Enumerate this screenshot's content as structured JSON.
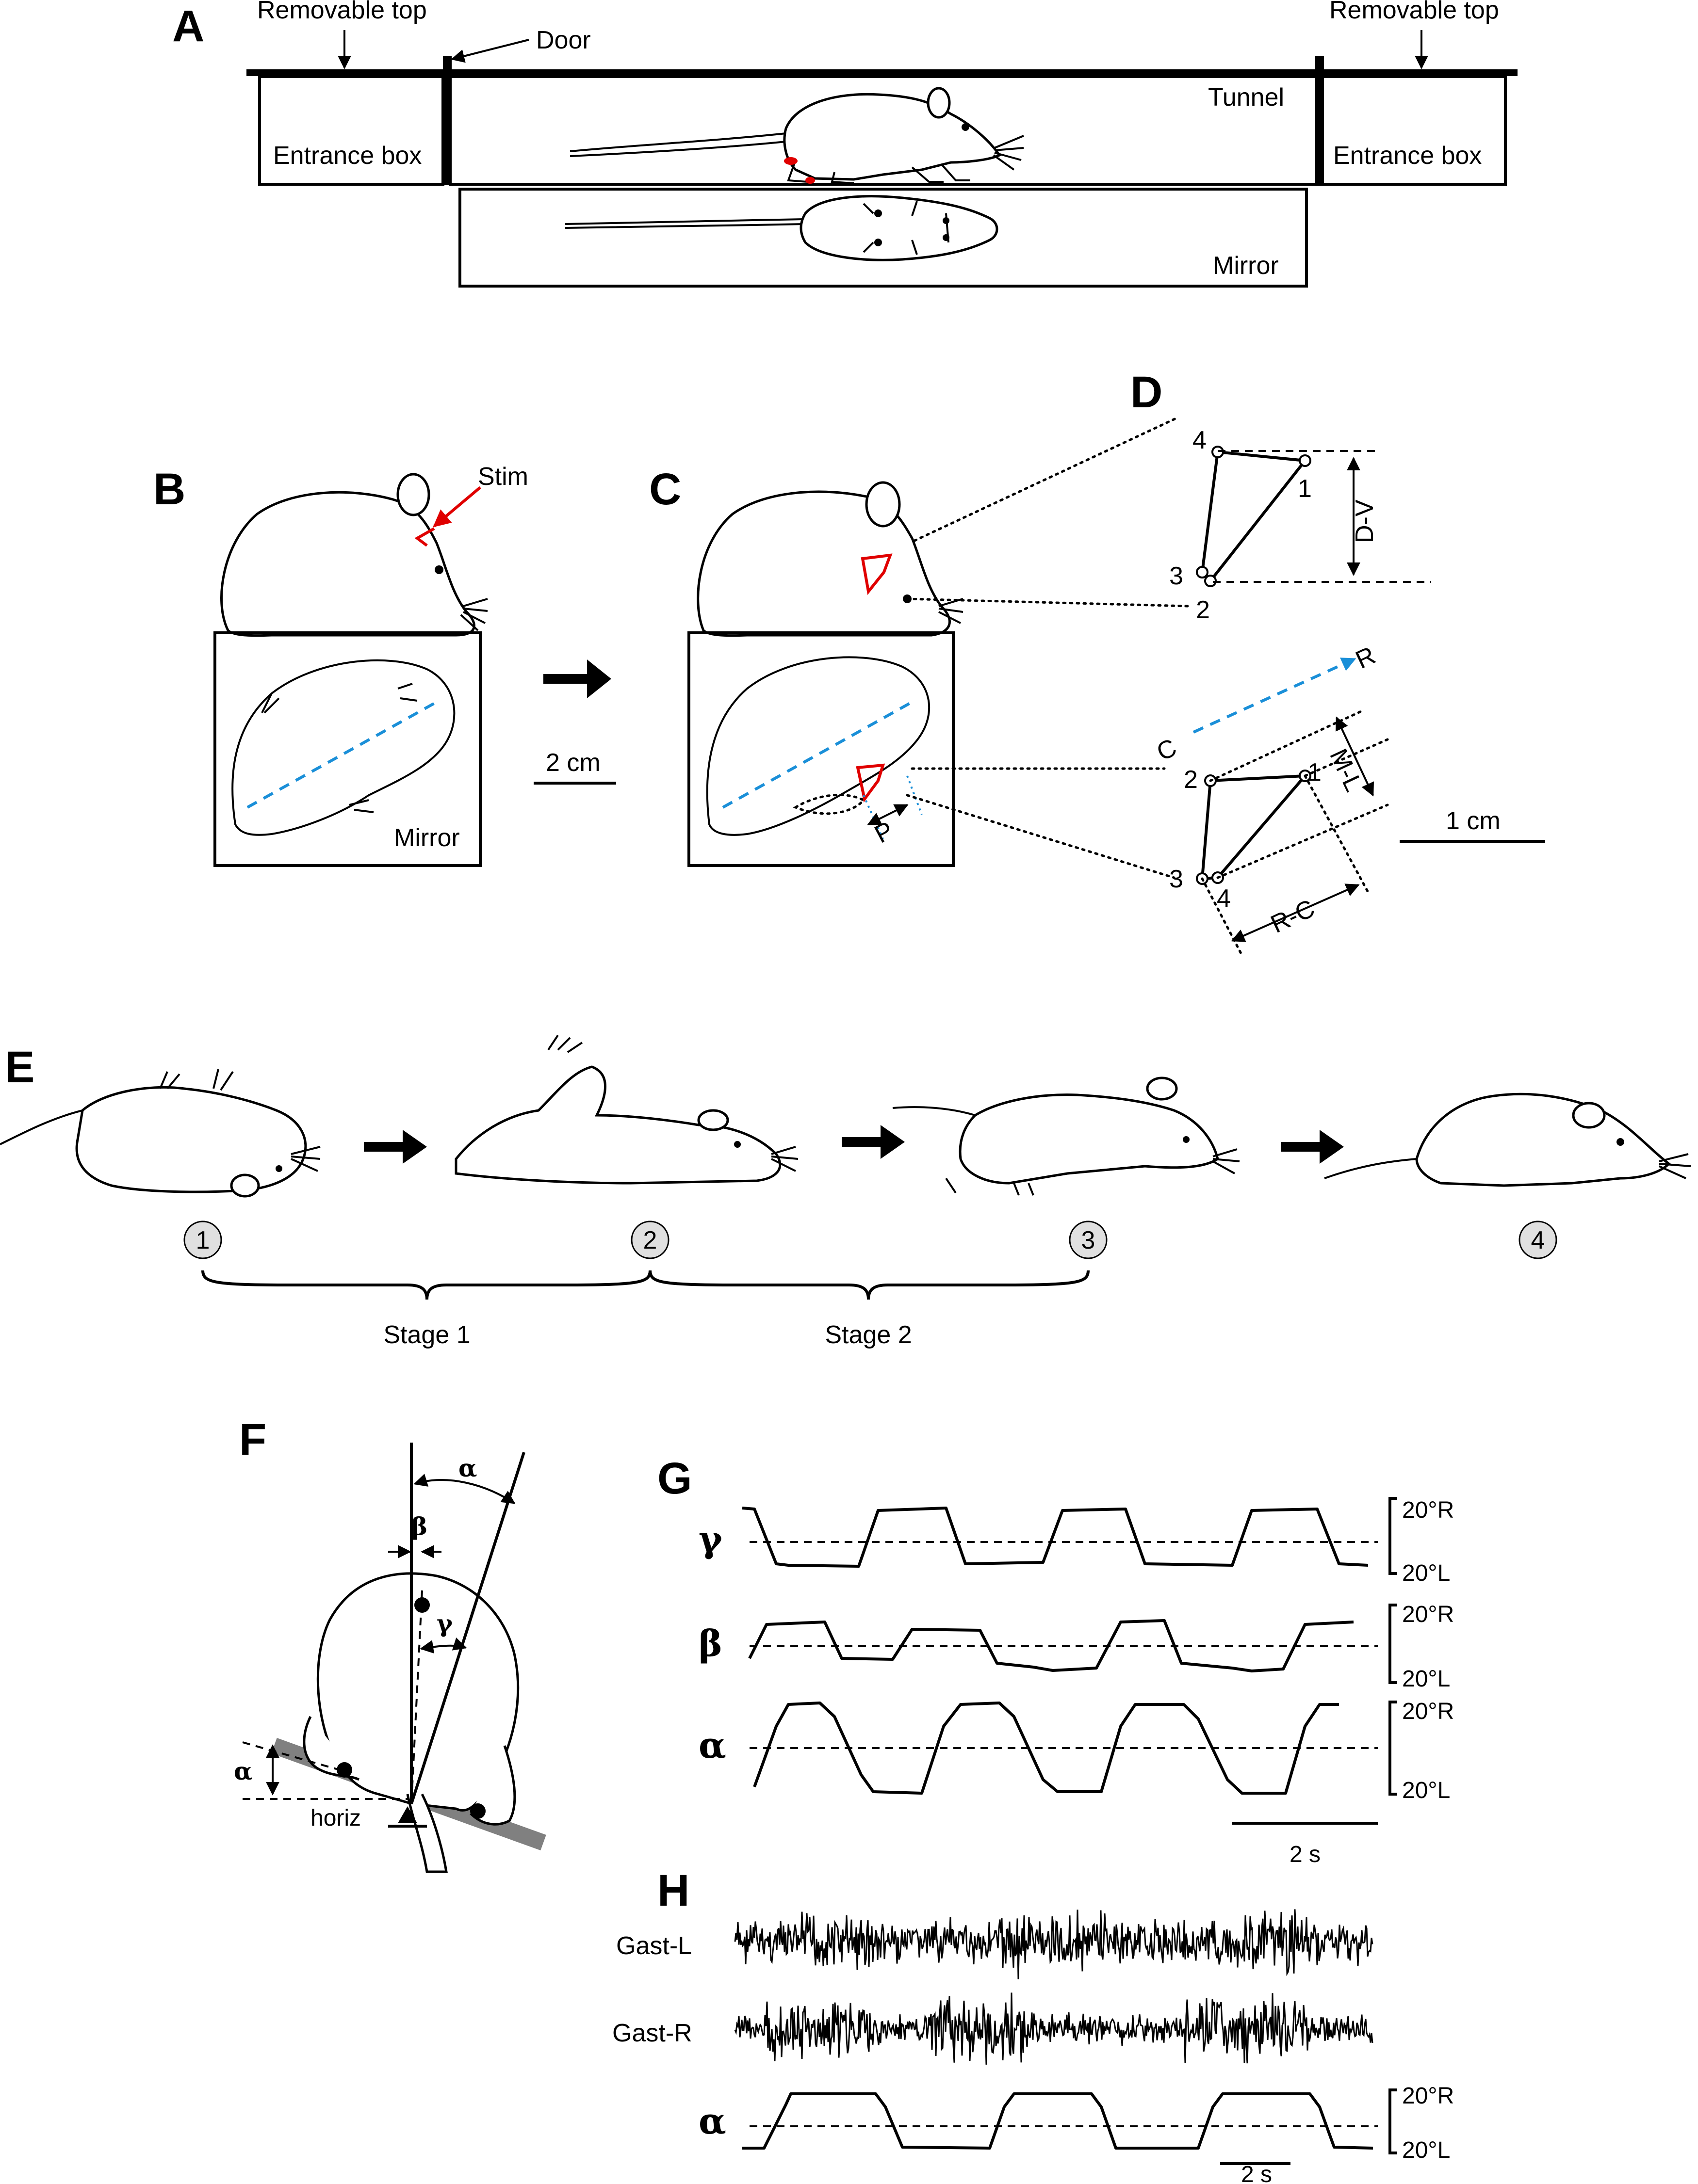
{
  "panels": {
    "A": "A",
    "B": "B",
    "C": "C",
    "D": "D",
    "E": "E",
    "F": "F",
    "G": "G",
    "H": "H"
  },
  "panel_a": {
    "removable_top_left": "Removable top",
    "removable_top_right": "Removable top",
    "door": "Door",
    "tunnel": "Tunnel",
    "entrance_box_left": "Entrance box",
    "entrance_box_right": "Entrance box",
    "mirror": "Mirror"
  },
  "panel_b": {
    "stim": "Stim",
    "mirror": "Mirror"
  },
  "panel_c": {
    "scale_bar": "2 cm",
    "p_label": "P"
  },
  "panel_d": {
    "top_points": [
      "4",
      "1",
      "3",
      "2"
    ],
    "dv_label": "D-V",
    "c_label": "C",
    "r_label": "R",
    "ml_label": "M-L",
    "rc_label": "R-C",
    "bottom_points": [
      "2",
      "1",
      "3",
      "4"
    ],
    "scale_bar": "1 cm"
  },
  "panel_e": {
    "steps": [
      "1",
      "2",
      "3",
      "4"
    ],
    "stage1": "Stage 1",
    "stage2": "Stage 2"
  },
  "panel_f": {
    "alpha_top": "α",
    "beta": "β",
    "gamma": "γ",
    "alpha_left": "α",
    "horiz": "horiz"
  },
  "panel_g": {
    "rows": [
      {
        "label": "γ",
        "upper": "20°R",
        "lower": "20°L"
      },
      {
        "label": "β",
        "upper": "20°R",
        "lower": "20°L"
      },
      {
        "label": "α",
        "upper": "20°R",
        "lower": "20°L"
      }
    ],
    "scale_bar": "2 s"
  },
  "panel_h": {
    "emg_left": "Gast-L",
    "emg_right": "Gast-R",
    "alpha": "α",
    "upper": "20°R",
    "lower": "20°L",
    "scale_bar": "2 s"
  },
  "colors": {
    "stimulus_red": "#e00000",
    "axis_blue": "#1a8fd8",
    "mirror_gray": "#d9d9d9",
    "tilt_platform": "#808080"
  }
}
